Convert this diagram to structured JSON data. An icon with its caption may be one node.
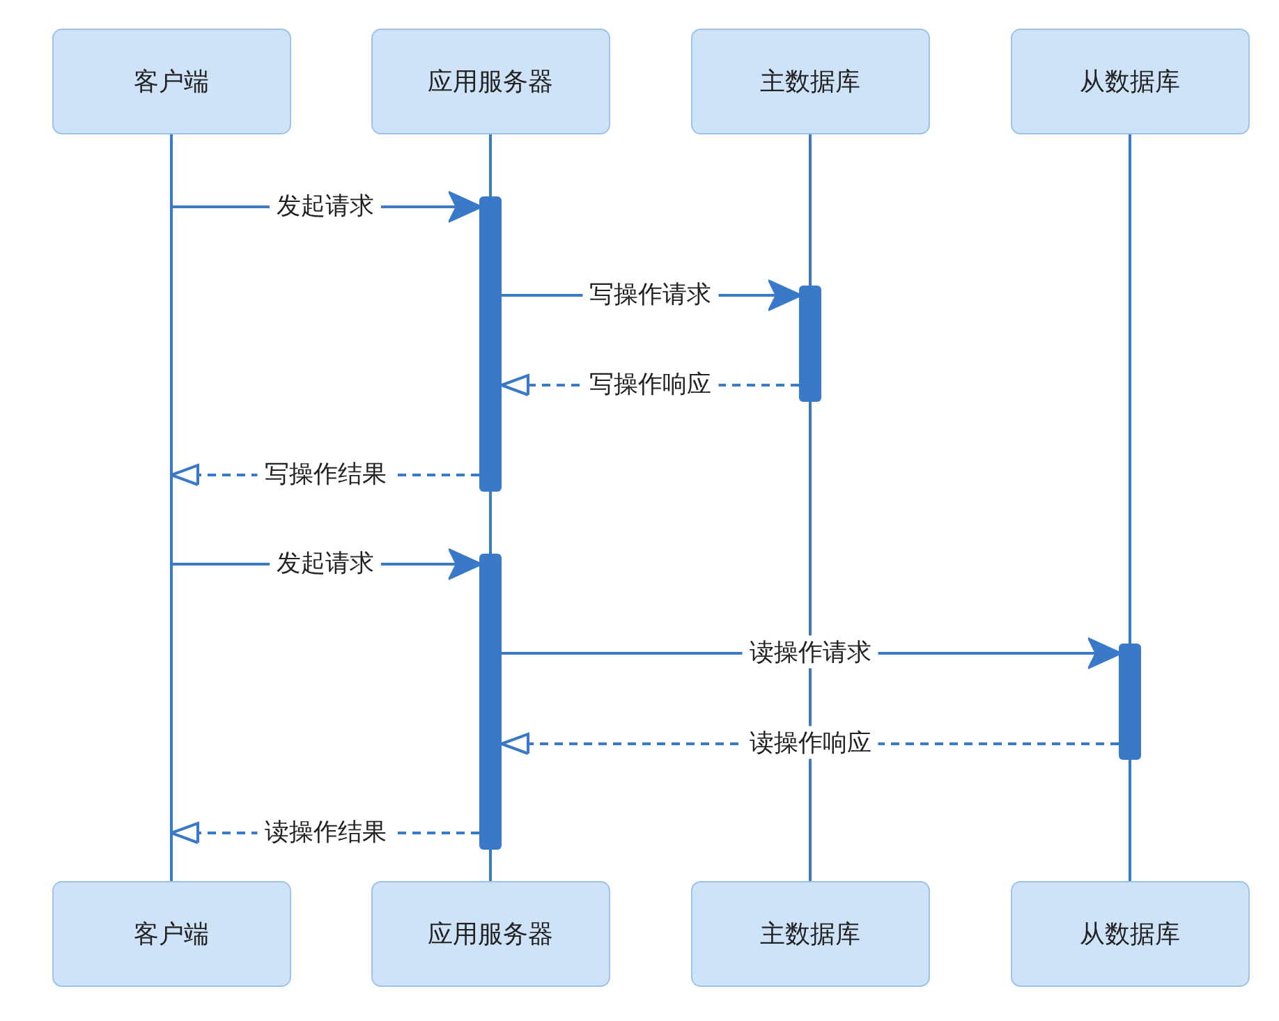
{
  "diagram": {
    "nodes": [
      {
        "text": [
          "客户端"
        ]
      },
      {
        "text": [
          "应用服务器"
        ]
      },
      {
        "text": [
          "主数据库"
        ]
      },
      {
        "text": [
          "从数据库"
        ]
      },
      {
        "text": [],
        "shape": "bar"
      },
      {
        "text": [],
        "shape": "bar"
      },
      {
        "text": [],
        "shape": "bar"
      },
      {
        "text": [],
        "shape": "bar"
      },
      {
        "text": [
          "客户端"
        ]
      },
      {
        "text": [
          "应用服务器"
        ]
      },
      {
        "text": [
          "主数据库"
        ]
      },
      {
        "text": [
          "从数据库"
        ]
      }
    ],
    "edges": [
      {
        "from": 0,
        "to": 8,
        "arrow": "none"
      },
      {
        "from": 1,
        "to": 4,
        "arrow": "none"
      },
      {
        "from": 4,
        "to": 6,
        "arrow": "none"
      },
      {
        "from": 6,
        "to": 9,
        "arrow": "none"
      },
      {
        "from": 2,
        "to": 5,
        "arrow": "none"
      },
      {
        "from": 5,
        "to": 10,
        "arrow": "none"
      },
      {
        "from": 3,
        "to": 7,
        "arrow": "none"
      },
      {
        "from": 7,
        "to": 11,
        "arrow": "none"
      },
      {
        "from": null,
        "to": 4,
        "arrow": "to",
        "label": "发起请求"
      },
      {
        "from": 4,
        "to": 5,
        "arrow": "to",
        "label": "写操作请求"
      },
      {
        "from": 5,
        "to": 4,
        "arrow": "to",
        "label": "写操作响应",
        "style": "dashed"
      },
      {
        "from": 4,
        "to": null,
        "arrow": "to",
        "label": "写操作结果",
        "style": "dashed"
      },
      {
        "from": null,
        "to": 6,
        "arrow": "to",
        "label": "发起请求"
      },
      {
        "from": 6,
        "to": 7,
        "arrow": "to",
        "label": "读操作请求"
      },
      {
        "from": 7,
        "to": 6,
        "arrow": "to",
        "label": "读操作响应",
        "style": "dashed"
      },
      {
        "from": 6,
        "to": null,
        "arrow": "to",
        "label": "读操作结果",
        "style": "dashed"
      }
    ]
  }
}
